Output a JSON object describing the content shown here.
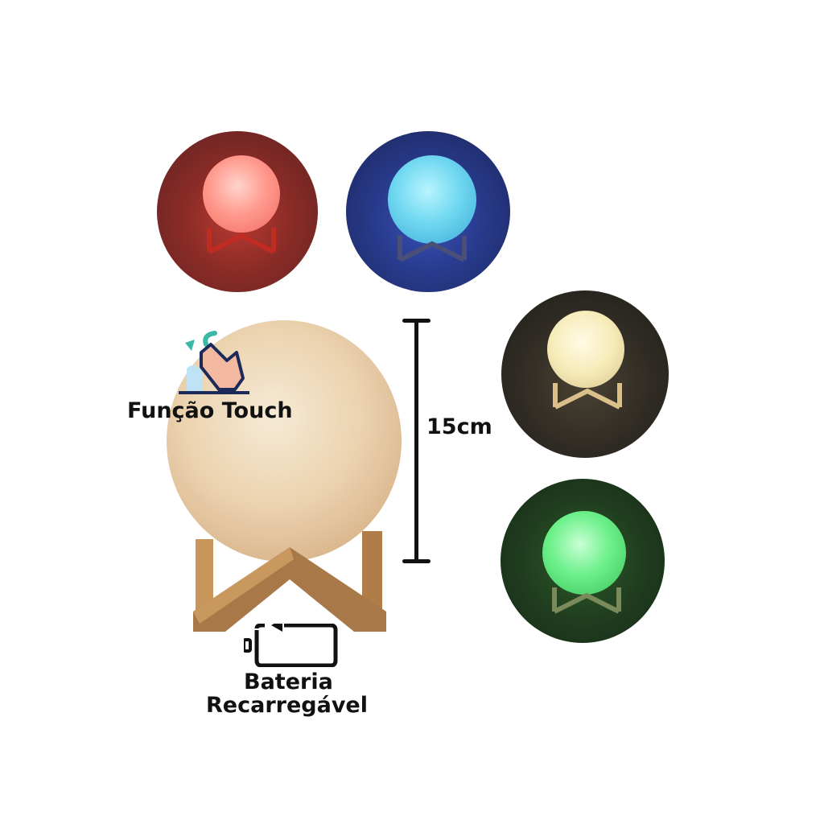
{
  "product": {
    "feature_touch": "Função Touch",
    "feature_battery_line1": "Bateria",
    "feature_battery_line2": "Recarregável",
    "size_label": "15cm"
  },
  "color_variants": [
    {
      "name": "red",
      "bg": "#7a2a26",
      "glow": "#ff8a80"
    },
    {
      "name": "blue",
      "bg": "#23306e",
      "glow": "#6fd8f0"
    },
    {
      "name": "warm-white",
      "bg": "#2e2a22",
      "glow": "#f6ebb8"
    },
    {
      "name": "green",
      "bg": "#1e3a1c",
      "glow": "#6cf08a"
    }
  ],
  "icons": {
    "touch": "hand-touch-icon",
    "battery": "rechargeable-battery-icon",
    "dimension": "height-dimension-icon"
  }
}
